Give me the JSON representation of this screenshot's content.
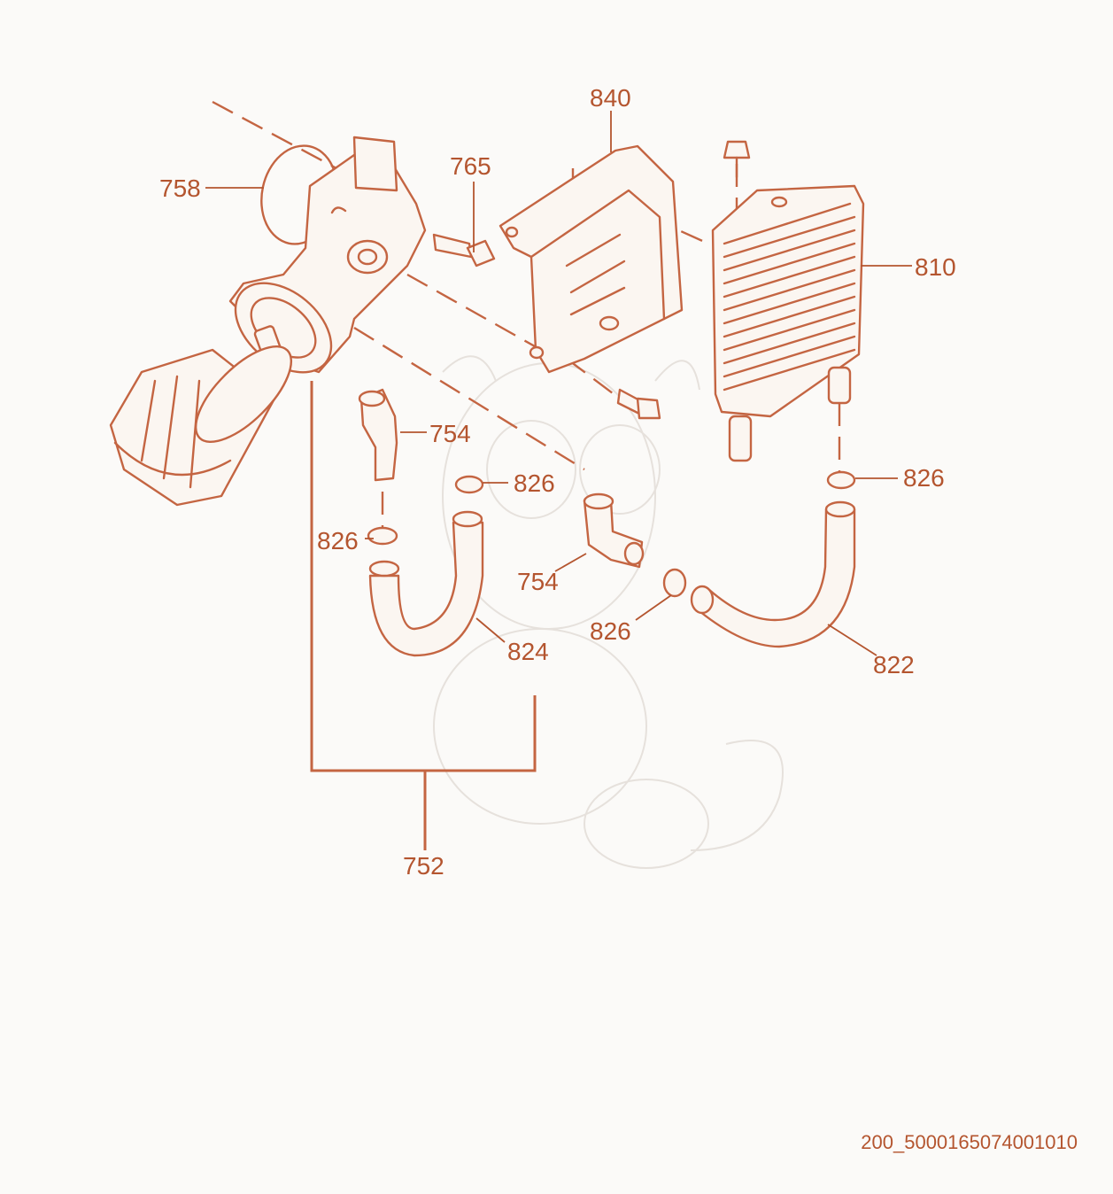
{
  "diagram": {
    "callouts": [
      {
        "id": "758",
        "label": "758"
      },
      {
        "id": "765",
        "label": "765"
      },
      {
        "id": "840",
        "label": "840"
      },
      {
        "id": "810",
        "label": "810"
      },
      {
        "id": "754a",
        "label": "754"
      },
      {
        "id": "826a",
        "label": "826"
      },
      {
        "id": "826b",
        "label": "826"
      },
      {
        "id": "826c",
        "label": "826"
      },
      {
        "id": "754b",
        "label": "754"
      },
      {
        "id": "826d",
        "label": "826"
      },
      {
        "id": "824",
        "label": "824"
      },
      {
        "id": "822",
        "label": "822"
      },
      {
        "id": "752",
        "label": "752"
      }
    ],
    "reference_code": "200_5000165074001010",
    "accent_color": "#c46542",
    "label_color": "#b4552f"
  }
}
